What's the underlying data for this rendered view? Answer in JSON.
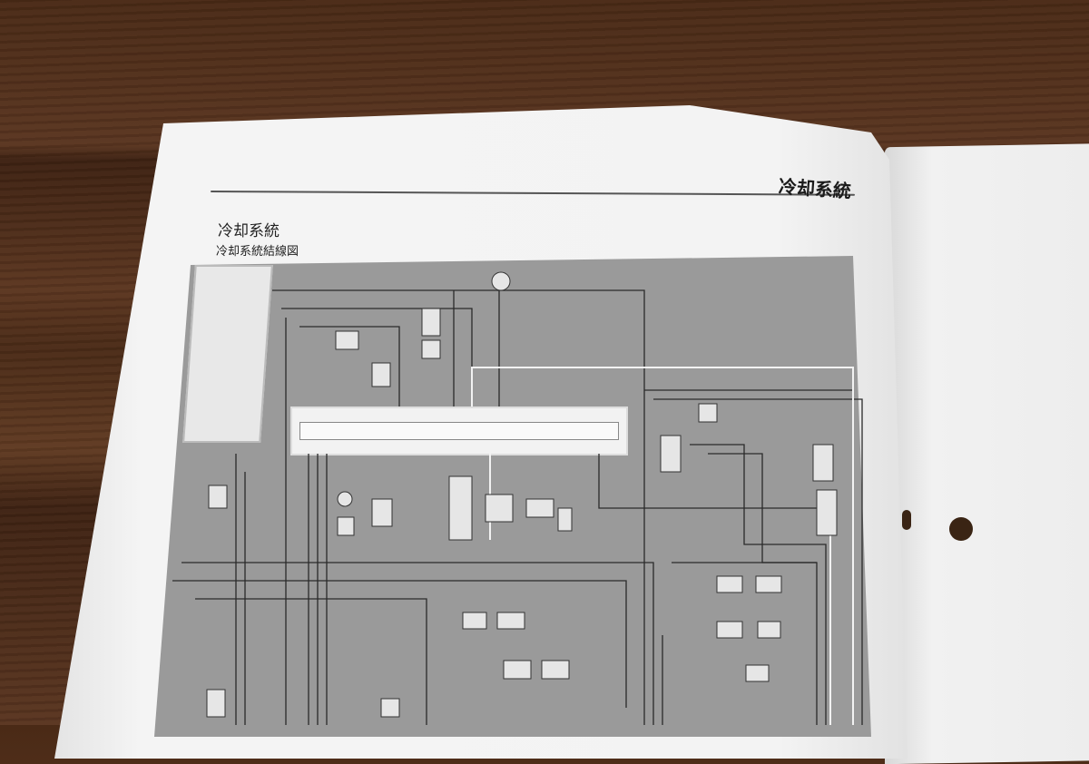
{
  "page": {
    "running_title": "冷却系統",
    "section_title": "冷却系統",
    "subtitle": "冷却系統結線図"
  },
  "colors": {
    "wood": "#4a2a16",
    "paper": "#f3f3f3",
    "diagram": "#9a9a9a"
  }
}
